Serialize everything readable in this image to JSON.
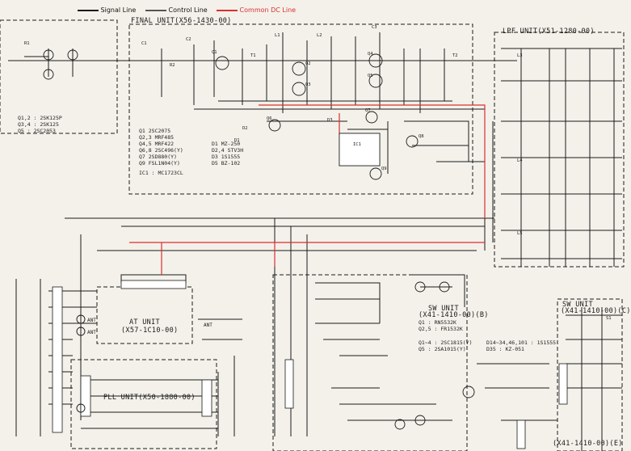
{
  "legend": {
    "signal": {
      "label": "Signal Line",
      "color": "#1a1a1a"
    },
    "control": {
      "label": "Control Line",
      "color": "#555555"
    },
    "common_dc": {
      "label": "Common DC Line",
      "color": "#d93030"
    }
  },
  "units": {
    "final": "FINAL UNIT(X56-1430-00)",
    "lpf": "LPF UNIT(X51-1280-00)",
    "at": "AT UNIT",
    "at_code": "(X57-1C10-00)",
    "pll": "PLL UNIT(X50-1880-00)",
    "sw_b": "SW UNIT",
    "sw_b_code": "(X41-1410-00)(B)",
    "sw_c": "SW UNIT",
    "sw_c_code": "(X41-1410-00)(C)",
    "sw_e": "(X41-1410-00)(E)"
  },
  "final_parts": {
    "q": [
      "Q1     2SC2075",
      "Q2,3   MRF485",
      "Q4,5   MRF422",
      "Q6,8   2SC496(Y)",
      "Q7     2SD880(Y)",
      "Q9     FSL1N04(Y)",
      "IC1  : MC1723CL"
    ],
    "d": [
      "D1     MZ-250",
      "D2,4   STV3H",
      "D3     1S1555",
      "D5     BZ-102"
    ]
  },
  "left_parts": [
    "Q1,2 : 2SK125P",
    "Q3,4 : 2SK125",
    "Q5   : 2SC2053"
  ],
  "sw_parts": {
    "row1": [
      "Q1   : RN5532K",
      "Q2,5 : FR1532K"
    ],
    "row2": [
      "Q1~4 : 2SC1815(Y)",
      "Q5   : 2SA1015(Y)",
      "D14~34,46,101 : 1S1555",
      "D35  : KZ-051"
    ]
  },
  "pin_labels": [
    "ANT",
    "ANT",
    "ANT"
  ],
  "component_refs": [
    "L1",
    "L2",
    "L3",
    "L4",
    "L5",
    "C1",
    "C2",
    "C3",
    "Q1",
    "Q2",
    "Q3",
    "Q4",
    "Q5",
    "Q6",
    "Q7",
    "Q8",
    "Q9",
    "IC1",
    "R1",
    "R2",
    "D1",
    "D2",
    "D3",
    "T1",
    "T2",
    "S1"
  ]
}
